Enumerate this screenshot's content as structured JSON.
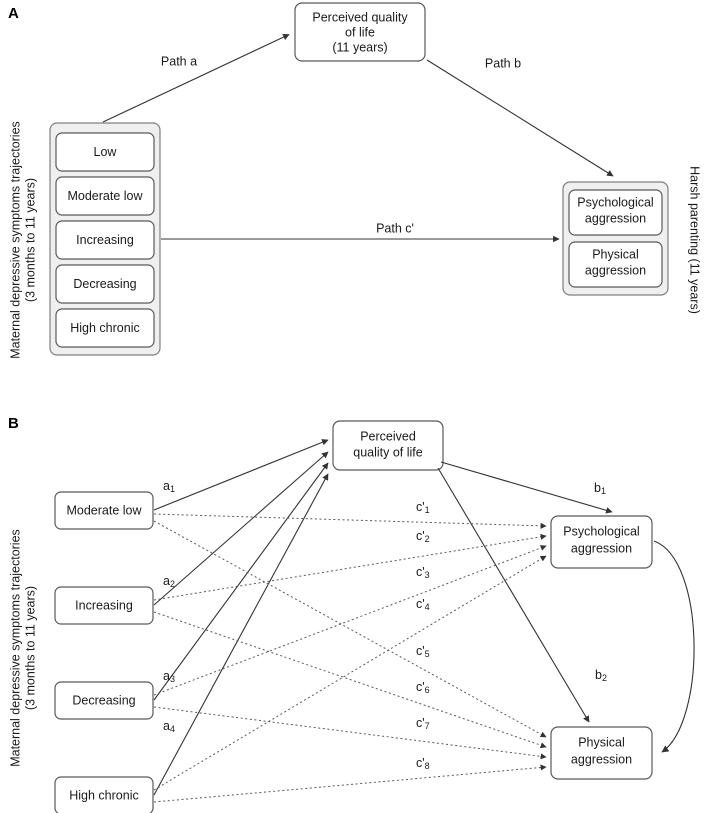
{
  "figure": {
    "panels": [
      {
        "letter": "A",
        "left_axis_label_line1": "Maternal depressive symptoms trajectories",
        "left_axis_label_line2": "(3 months to 11 years)",
        "right_axis_label": "Harsh parenting (11 years)",
        "predictor_group": {
          "name": "maternal-depressive-trajectories",
          "items": [
            "Low",
            "Moderate low",
            "Increasing",
            "Decreasing",
            "High chronic"
          ]
        },
        "mediator": {
          "line1": "Perceived quality",
          "line2": "of life",
          "line3": "(11 years)"
        },
        "outcome_group": {
          "name": "harsh-parenting",
          "items": [
            {
              "line1": "Psychological",
              "line2": "aggression"
            },
            {
              "line1": "Physical",
              "line2": "aggression"
            }
          ]
        },
        "paths": [
          {
            "id": "path-a",
            "label": "Path a"
          },
          {
            "id": "path-b",
            "label": "Path b"
          },
          {
            "id": "path-c-prime",
            "label": "Path c'"
          }
        ]
      },
      {
        "letter": "B",
        "left_axis_label_line1": "Maternal depressive symptoms trajectories",
        "left_axis_label_line2": "(3 months to 11 years)",
        "predictors": [
          "Moderate low",
          "Increasing",
          "Decreasing",
          "High chronic"
        ],
        "mediator": {
          "line1": "Perceived",
          "line2": "quality of life"
        },
        "outcomes": [
          {
            "line1": "Psychological",
            "line2": "aggression"
          },
          {
            "line1": "Physical",
            "line2": "aggression"
          }
        ],
        "a_paths": [
          {
            "base": "a",
            "sub": "1"
          },
          {
            "base": "a",
            "sub": "2"
          },
          {
            "base": "a",
            "sub": "3"
          },
          {
            "base": "a",
            "sub": "4"
          }
        ],
        "b_paths": [
          {
            "base": "b",
            "sub": "1"
          },
          {
            "base": "b",
            "sub": "2"
          }
        ],
        "c_paths": [
          {
            "base": "c'",
            "sub": "1"
          },
          {
            "base": "c'",
            "sub": "2"
          },
          {
            "base": "c'",
            "sub": "3"
          },
          {
            "base": "c'",
            "sub": "4"
          },
          {
            "base": "c'",
            "sub": "5"
          },
          {
            "base": "c'",
            "sub": "6"
          },
          {
            "base": "c'",
            "sub": "7"
          },
          {
            "base": "c'",
            "sub": "8"
          }
        ]
      }
    ],
    "colors": {
      "box_fill": "#ffffff",
      "box_stroke": "#595959",
      "group_fill": "#efefef",
      "group_stroke": "#808080",
      "line": "#333333",
      "dotted_line": "#595959",
      "text": "#1a1a1a"
    }
  }
}
